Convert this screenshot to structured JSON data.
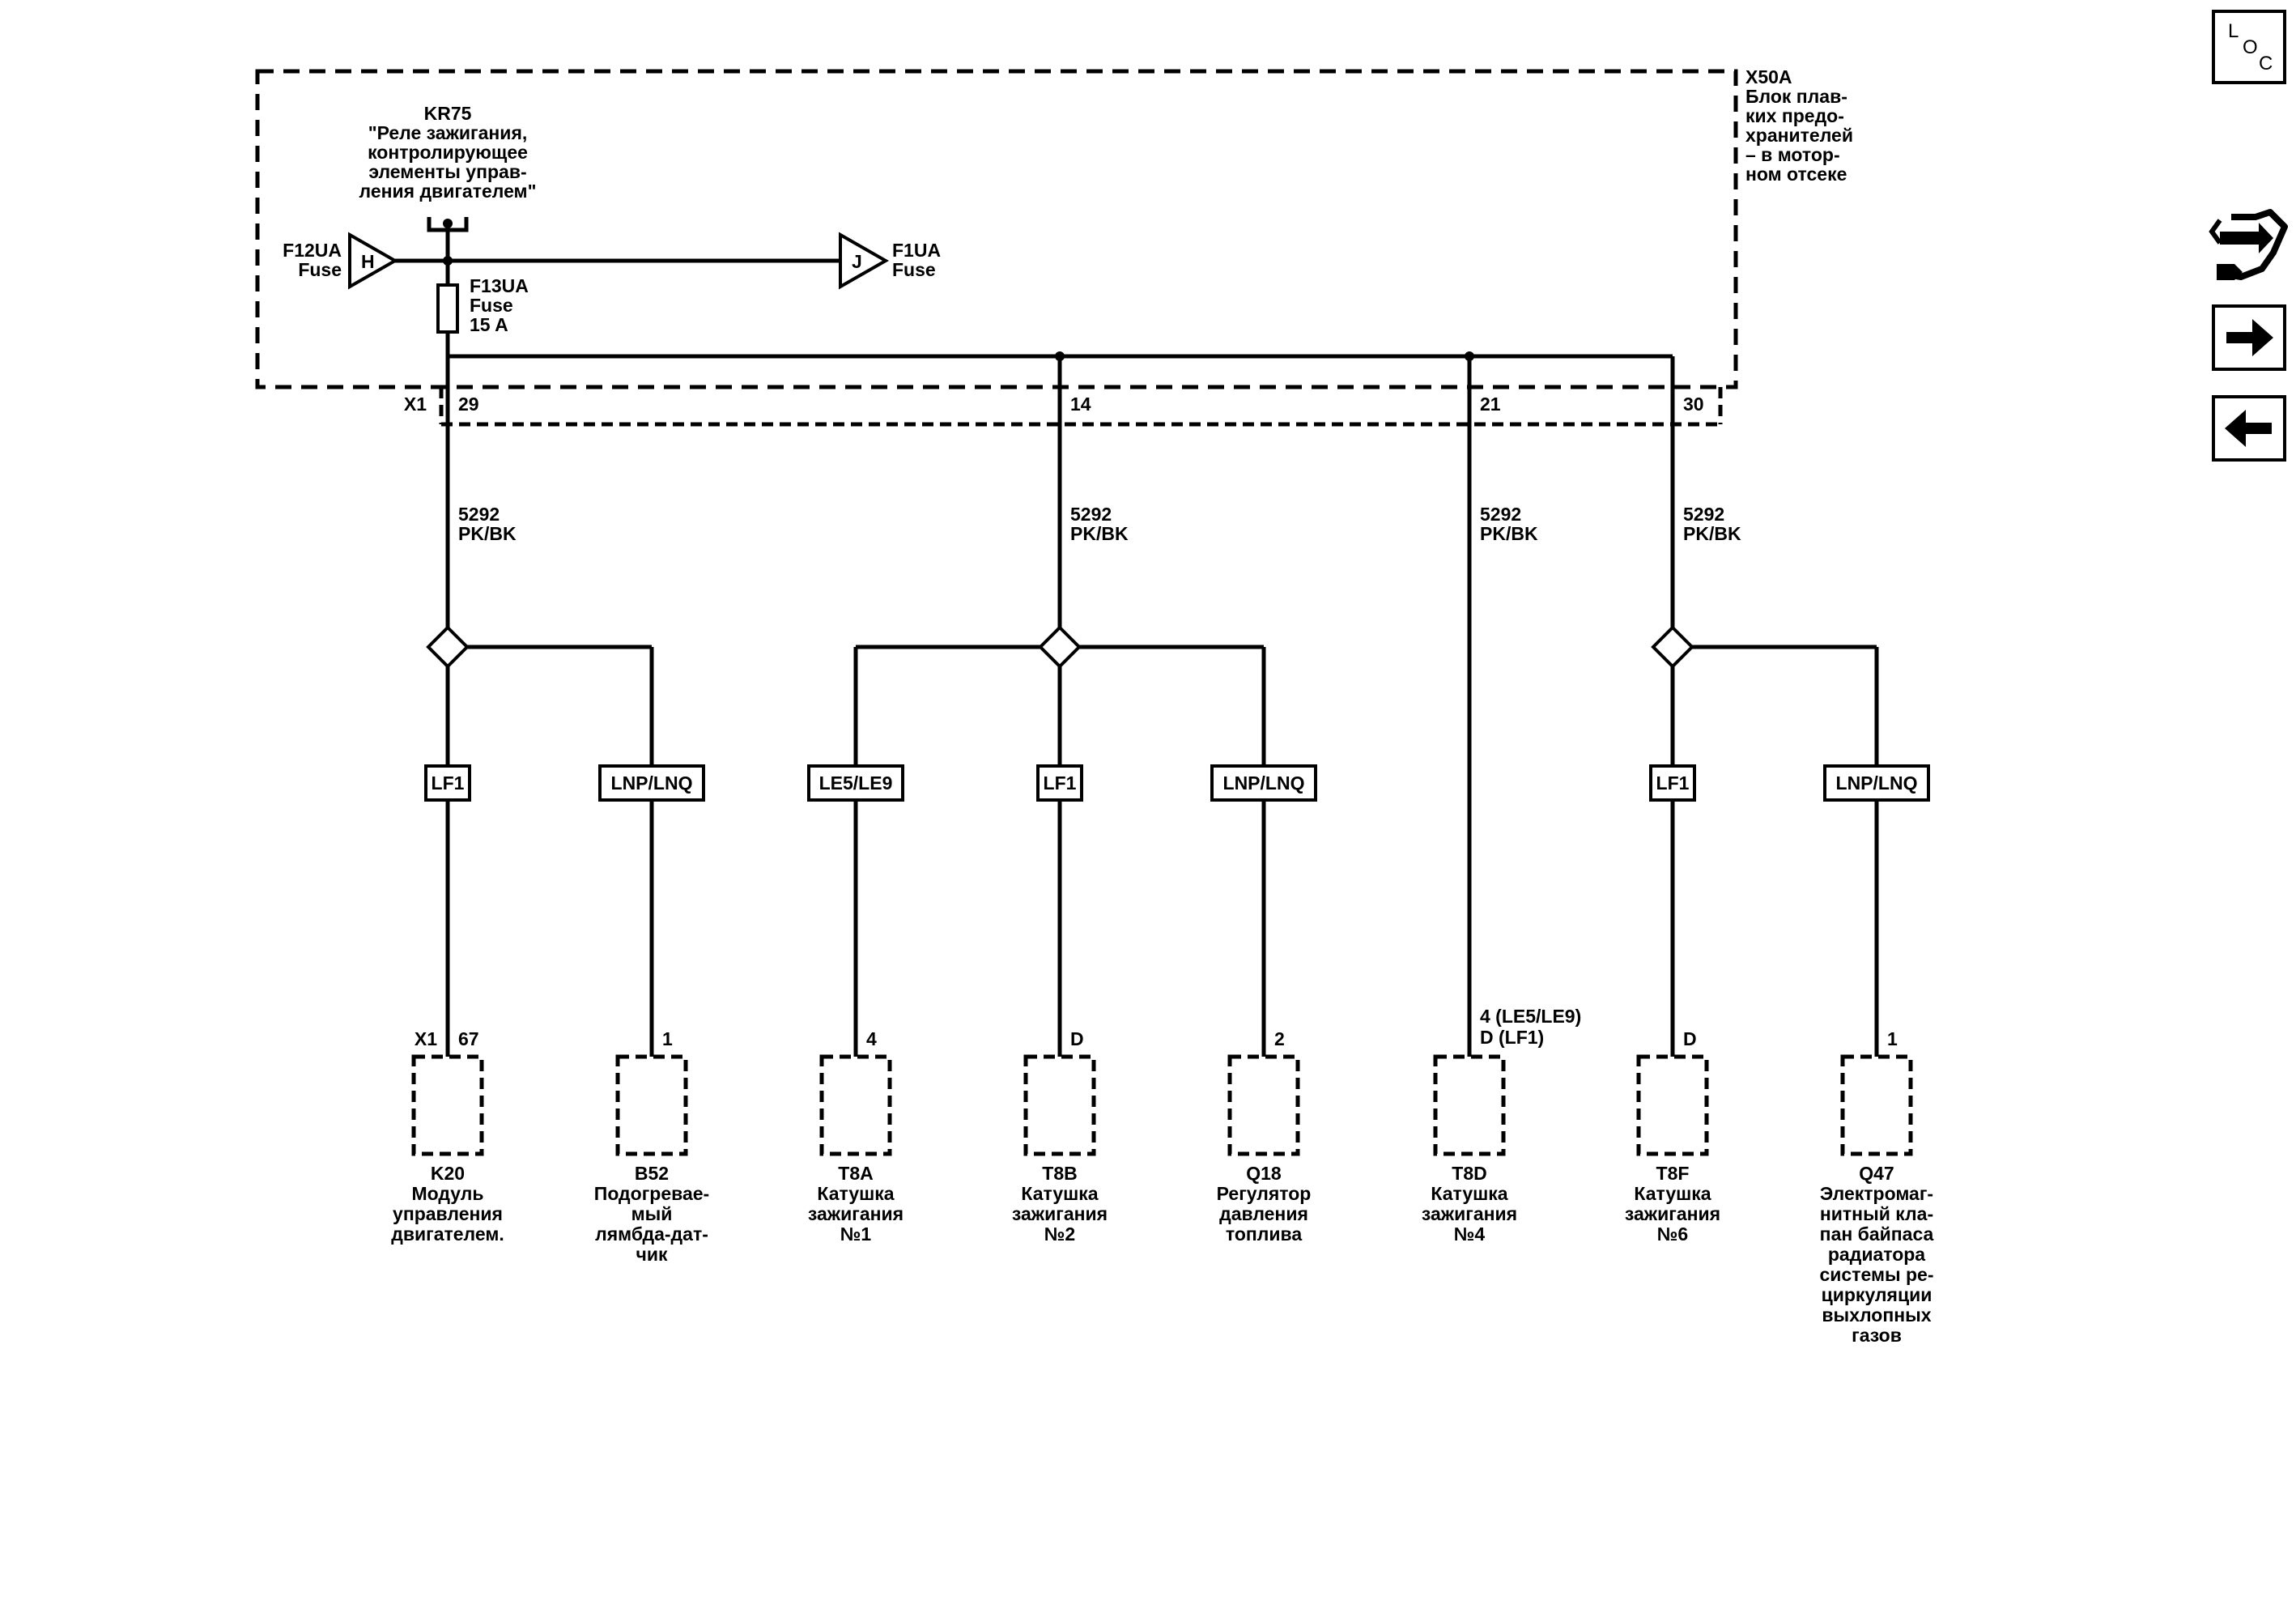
{
  "fuse_block": {
    "id": "X50A",
    "desc": [
      "Блок плав-",
      "ких предо-",
      "хранителей",
      "– в мотор-",
      "ном отсеке"
    ],
    "connector": "X1"
  },
  "relay": {
    "id": "KR75",
    "desc": [
      "\"Реле зажигания,",
      "контролирующее",
      "элементы управ-",
      "ления двигателем\""
    ]
  },
  "input_fuse": {
    "id": "F12UA",
    "type": "Fuse",
    "pin": "H"
  },
  "output_fuse": {
    "id": "F1UA",
    "type": "Fuse",
    "pin": "J"
  },
  "main_fuse": {
    "id": "F13UA",
    "type": "Fuse",
    "rating": "15 A"
  },
  "block_pins": [
    "29",
    "14",
    "21",
    "30"
  ],
  "wires": [
    {
      "circuit": "5292",
      "color": "PK/BK"
    },
    {
      "circuit": "5292",
      "color": "PK/BK"
    },
    {
      "circuit": "5292",
      "color": "PK/BK"
    },
    {
      "circuit": "5292",
      "color": "PK/BK"
    }
  ],
  "options": [
    "LF1",
    "LNP/LNQ",
    "LE5/LE9",
    "LF1",
    "LNP/LNQ",
    "LF1",
    "LNP/LNQ"
  ],
  "components": [
    {
      "connector": "X1",
      "pin": "67",
      "id": "K20",
      "desc": [
        "Модуль",
        "управления",
        "двигателем."
      ]
    },
    {
      "pin": "1",
      "id": "B52",
      "desc": [
        "Подогревае-",
        "мый",
        "лямбда-дат-",
        "чик"
      ]
    },
    {
      "pin": "4",
      "id": "T8A",
      "desc": [
        "Катушка",
        "зажигания",
        "№1"
      ]
    },
    {
      "pin": "D",
      "id": "T8B",
      "desc": [
        "Катушка",
        "зажигания",
        "№2"
      ]
    },
    {
      "pin": "2",
      "id": "Q18",
      "desc": [
        "Регулятор",
        "давления",
        "топлива"
      ]
    },
    {
      "pin_lines": [
        "4 (LE5/LE9)",
        "D (LF1)"
      ],
      "id": "T8D",
      "desc": [
        "Катушка",
        "зажигания",
        "№4"
      ]
    },
    {
      "pin": "D",
      "id": "T8F",
      "desc": [
        "Катушка",
        "зажигания",
        "№6"
      ]
    },
    {
      "pin": "1",
      "id": "Q47",
      "desc": [
        "Электромаг-",
        "нитный кла-",
        "пан байпаса",
        "радиатора",
        "системы ре-",
        "циркуляции",
        "выхлопных",
        "газов"
      ]
    }
  ],
  "nav_icons": {
    "loc": [
      "L",
      "O",
      "C"
    ],
    "icons": [
      "connector-tools-icon",
      "arrow-right-icon",
      "arrow-left-icon"
    ]
  }
}
